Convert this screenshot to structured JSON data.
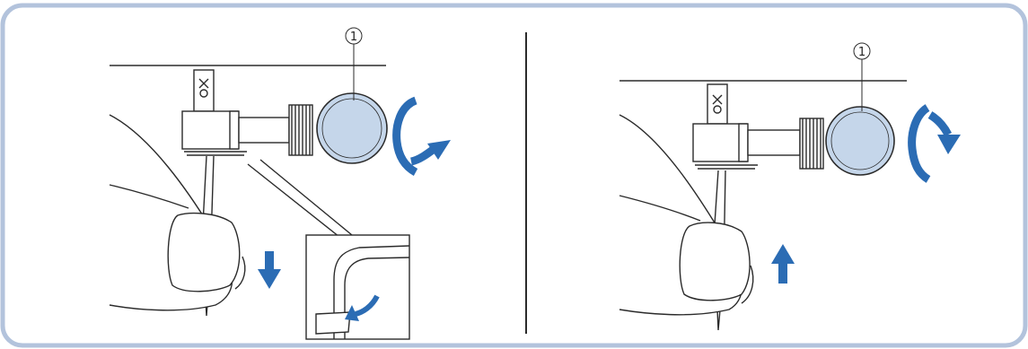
{
  "panels": [
    {
      "callout": "1",
      "rotation": "counterclockwise",
      "needle_direction": "down"
    },
    {
      "callout": "1",
      "rotation": "clockwise",
      "needle_direction": "up"
    }
  ],
  "colors": {
    "frame": "#b3c3dc",
    "screw_fill": "#c5d6ea",
    "arrow": "#2b6cb4",
    "line": "#2b2b2b"
  }
}
